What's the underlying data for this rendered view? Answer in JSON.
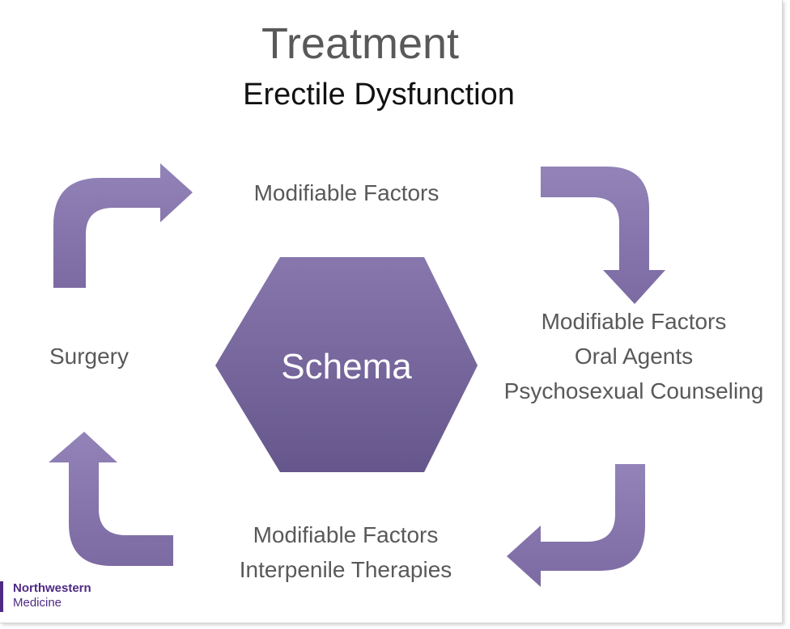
{
  "slide": {
    "title": "Treatment",
    "subtitle": "Erectile Dysfunction",
    "center": "Schema",
    "steps": {
      "top": "Modifiable Factors",
      "right": [
        "Modifiable Factors",
        "Oral Agents",
        "Psychosexual Counseling"
      ],
      "bottom": [
        "Modifiable Factors",
        "Interpenile Therapies"
      ],
      "left": "Surgery"
    },
    "logo": {
      "line1": "Northwestern",
      "line2": "Medicine"
    }
  },
  "colors": {
    "arrow": "#8a78ad",
    "hex_top": "#8676ab",
    "hex_bottom": "#6b5a90",
    "text_gray": "#595959",
    "brand_purple": "#4e2a84"
  }
}
